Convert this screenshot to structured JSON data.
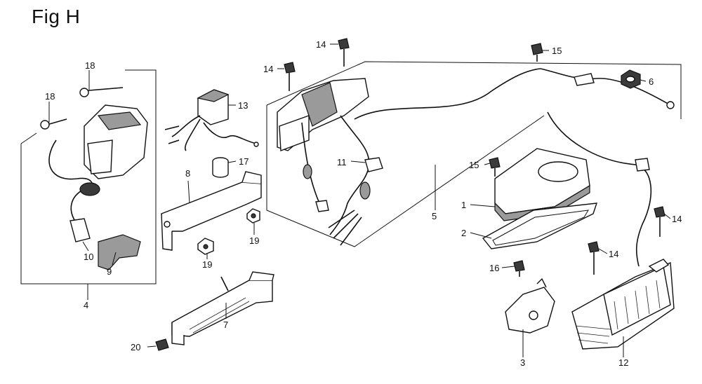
{
  "figure": {
    "title": "Fig H"
  },
  "callouts": {
    "c1": "1",
    "c2": "2",
    "c3": "3",
    "c4": "4",
    "c5": "5",
    "c6": "6",
    "c7": "7",
    "c8": "8",
    "c9": "9",
    "c10": "10",
    "c11": "11",
    "c12": "12",
    "c13": "13",
    "c14a": "14",
    "c14b": "14",
    "c14c": "14",
    "c14d": "14",
    "c15a": "15",
    "c15b": "15",
    "c16": "16",
    "c17": "17",
    "c18a": "18",
    "c18b": "18",
    "c19a": "19",
    "c19b": "19",
    "c20": "20"
  }
}
